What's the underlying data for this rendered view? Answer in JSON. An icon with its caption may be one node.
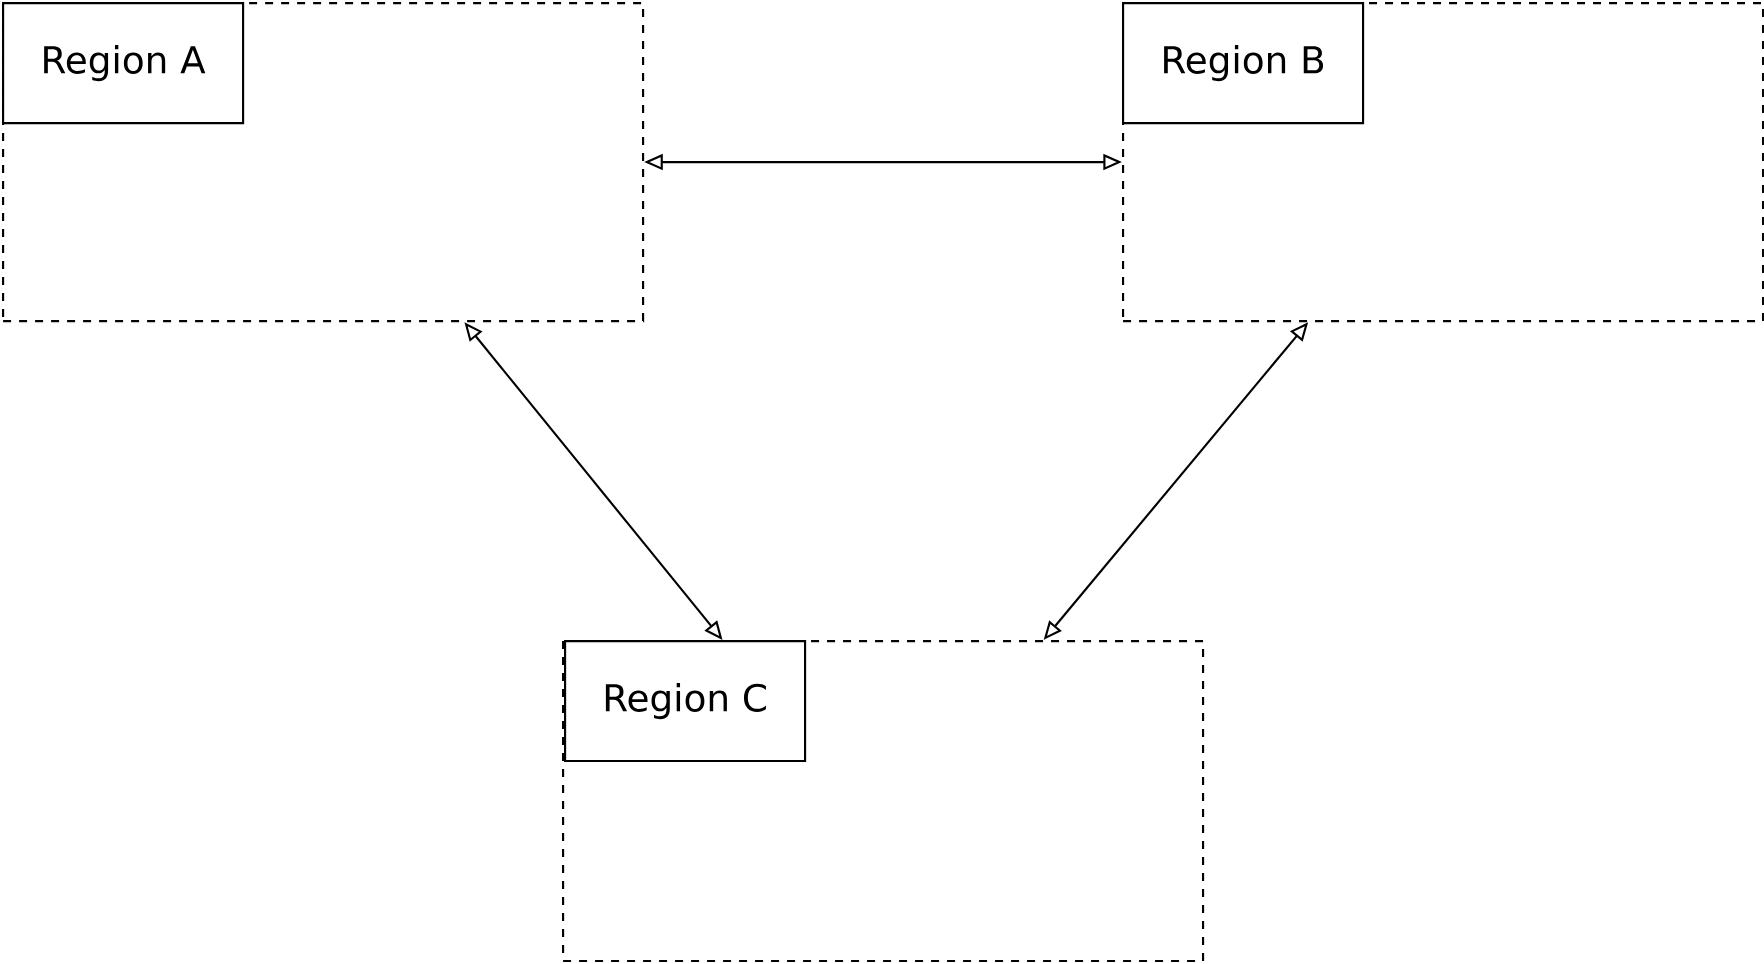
{
  "diagram": {
    "nodes": [
      {
        "text": [],
        "shape": "box"
      },
      {
        "text": [
          "Region A"
        ],
        "in": 0
      },
      {
        "text": [],
        "shape": "box"
      },
      {
        "text": [
          "Region B"
        ],
        "in": 2
      },
      {
        "text": [],
        "shape": "box"
      },
      {
        "text": [
          "Region C"
        ],
        "in": 4
      }
    ],
    "edges": [
      {
        "from": 0,
        "to": 2,
        "arrow": "both"
      },
      {
        "from": 0,
        "to": 4,
        "arrow": "both"
      },
      {
        "from": 2,
        "to": 4,
        "arrow": "both"
      }
    ]
  }
}
